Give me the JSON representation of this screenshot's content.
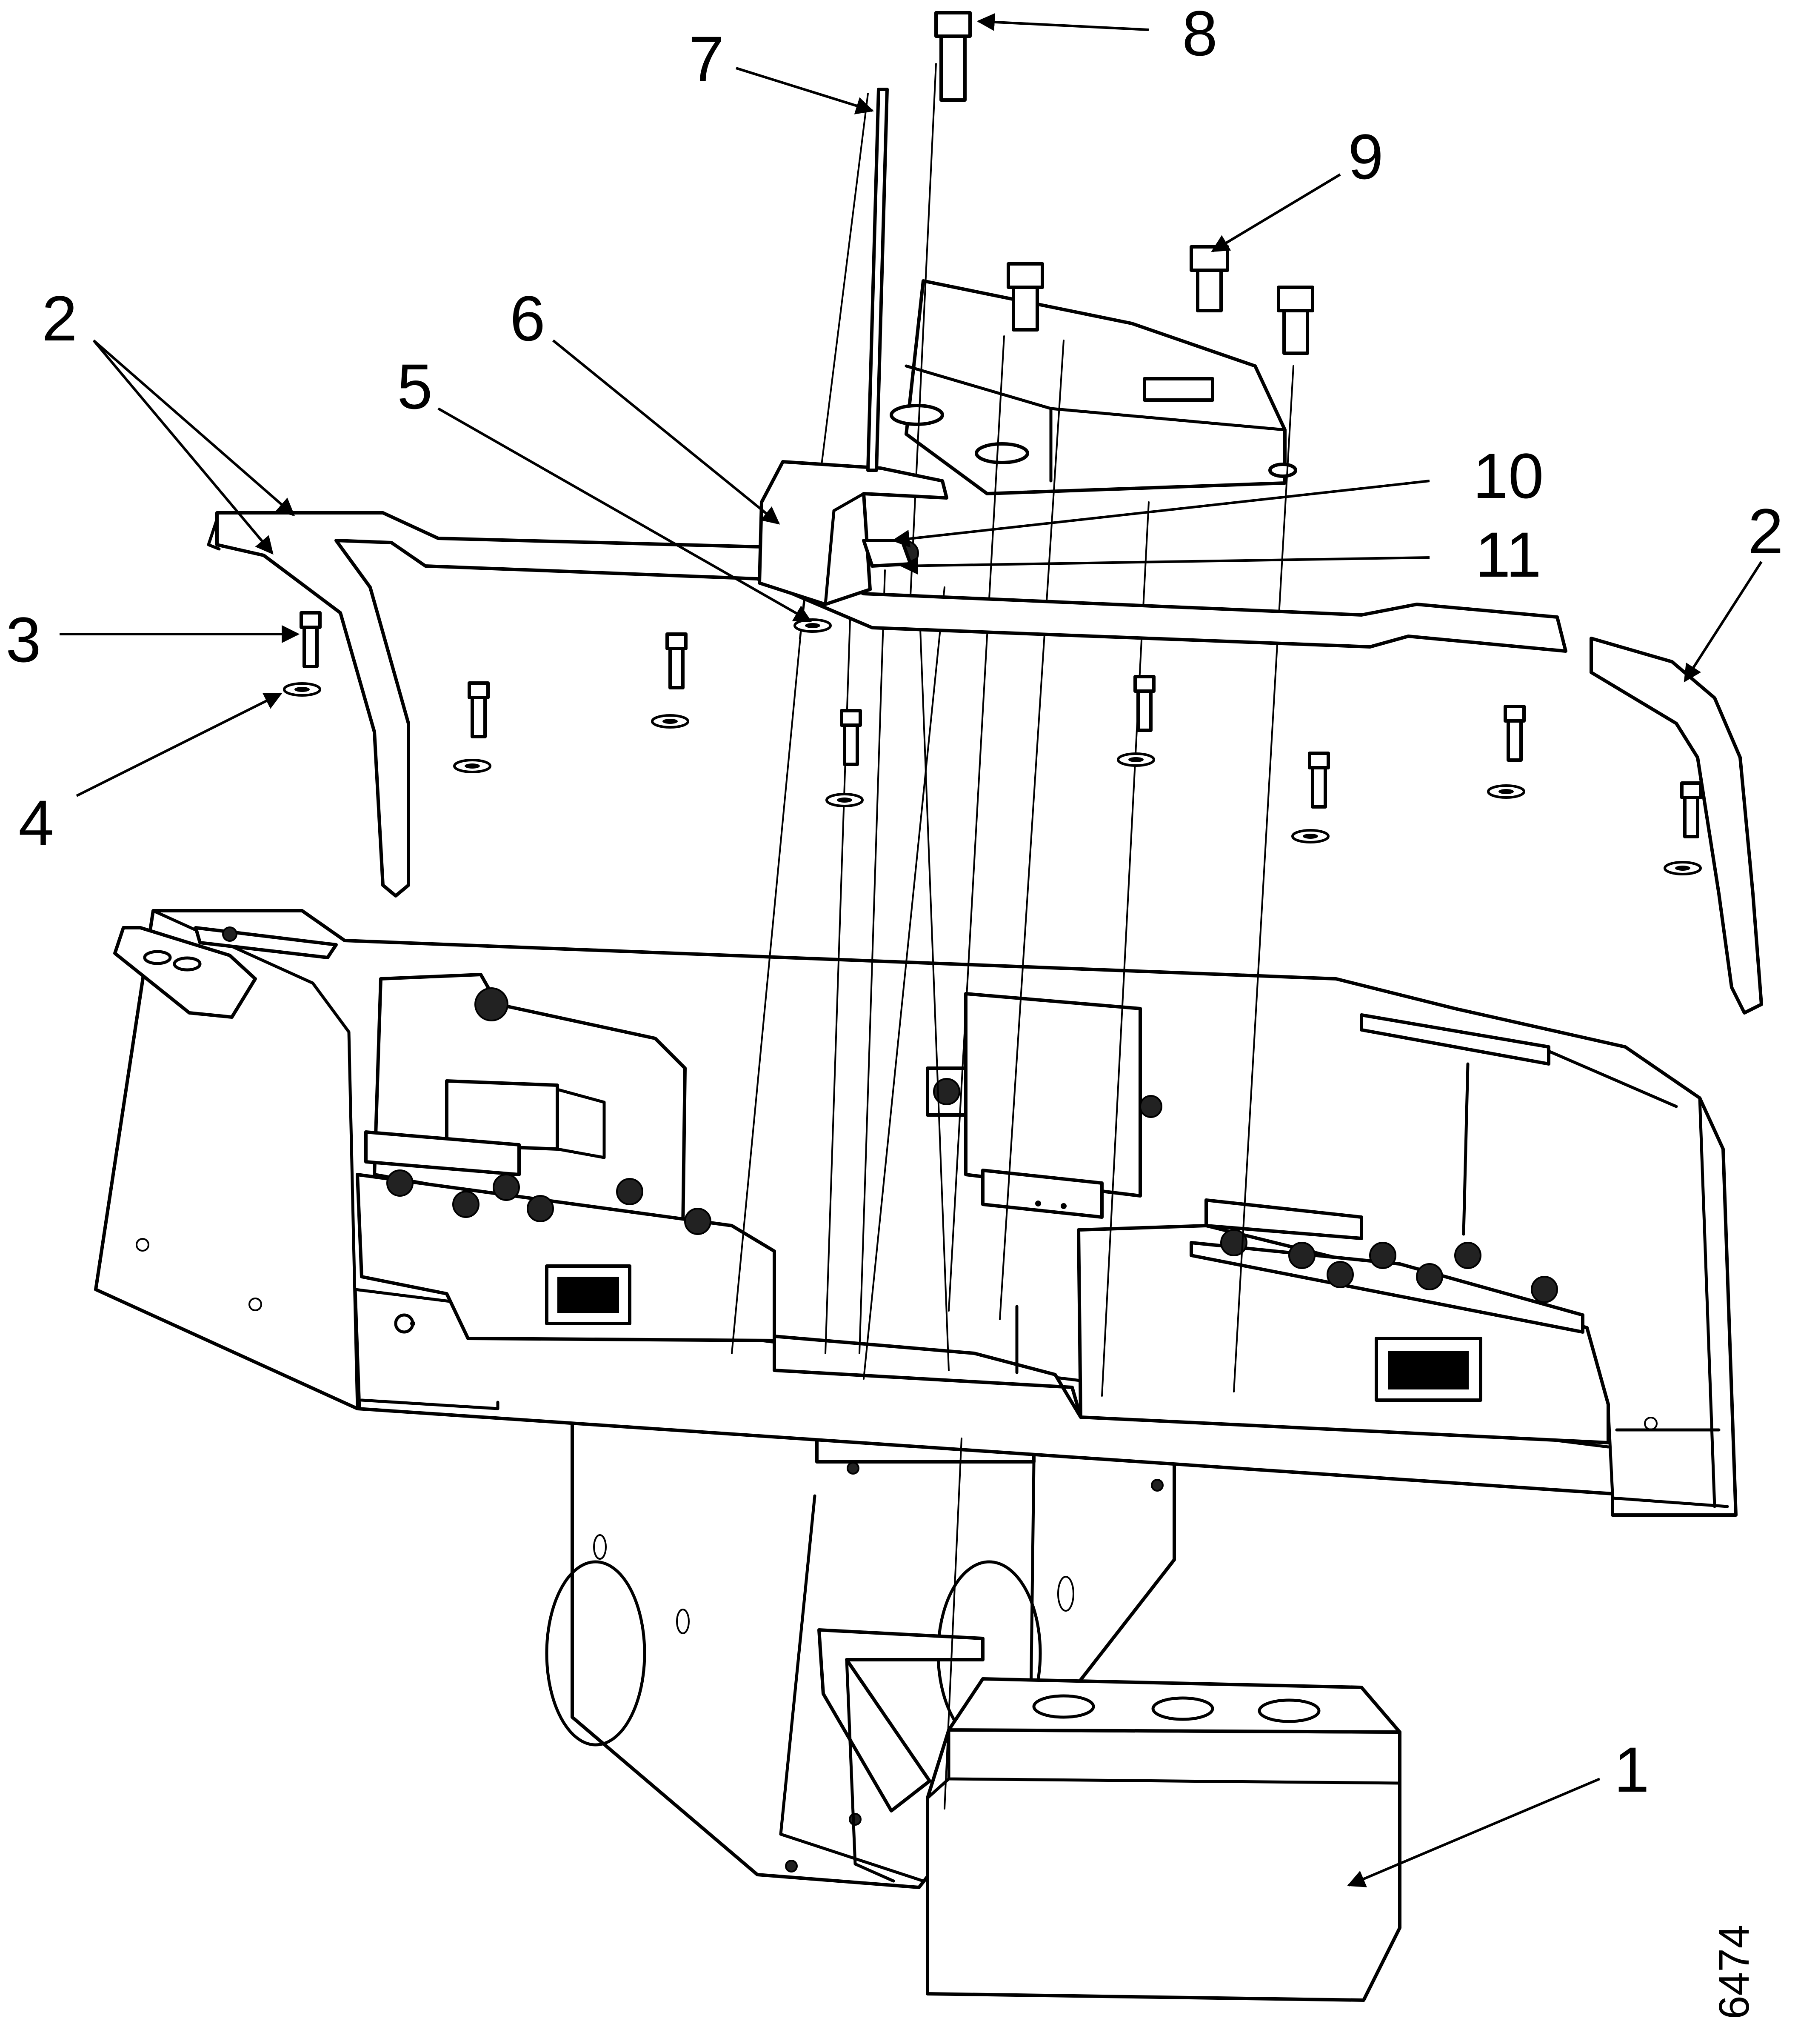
{
  "figure": {
    "number": "6474",
    "callouts": [
      {
        "id": "c1",
        "label": "1"
      },
      {
        "id": "c2a",
        "label": "2"
      },
      {
        "id": "c2b",
        "label": "2"
      },
      {
        "id": "c3",
        "label": "3"
      },
      {
        "id": "c4",
        "label": "4"
      },
      {
        "id": "c5",
        "label": "5"
      },
      {
        "id": "c6",
        "label": "6"
      },
      {
        "id": "c7",
        "label": "7"
      },
      {
        "id": "c8",
        "label": "8"
      },
      {
        "id": "c9",
        "label": "9"
      },
      {
        "id": "c10",
        "label": "10"
      },
      {
        "id": "c11",
        "label": "11"
      }
    ]
  }
}
